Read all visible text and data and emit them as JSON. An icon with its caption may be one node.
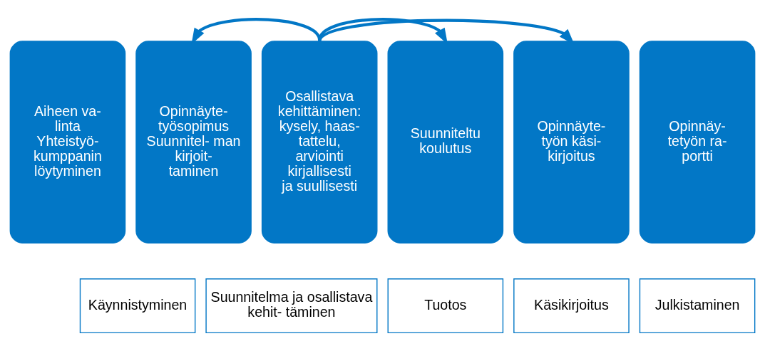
{
  "diagram": {
    "nodes": [
      {
        "text": [
          "Aiheen va- linta Yhteistyö- kumppanin löytyminen"
        ]
      },
      {
        "text": [
          "Opinnäyte- työsopimus Suunnitel- man kirjoit- taminen"
        ]
      },
      {
        "text": [
          "Osallistava kehittäminen: kysely, haas- tattelu, arviointi kirjallisesti ja suullisesti"
        ]
      },
      {
        "text": [
          "Suunniteltu koulutus"
        ]
      },
      {
        "text": [
          "Opinnäyte- työn käsi- kirjoitus"
        ]
      },
      {
        "text": [
          "Opinnäy- tetyön ra- portti"
        ]
      },
      {
        "text": [
          "Käynnistyminen"
        ]
      },
      {
        "text": [
          "Suunnitelma ja osallistava kehit- täminen"
        ]
      },
      {
        "text": [
          "Tuotos"
        ]
      },
      {
        "text": [
          "Käsikirjoitus"
        ]
      },
      {
        "text": [
          "Julkistaminen"
        ]
      }
    ],
    "edges": [
      {
        "from": 2,
        "to": 1,
        "arrow": "to"
      },
      {
        "from": 2,
        "to": 3,
        "arrow": "to"
      },
      {
        "from": 2,
        "to": 4,
        "arrow": "to"
      }
    ]
  }
}
